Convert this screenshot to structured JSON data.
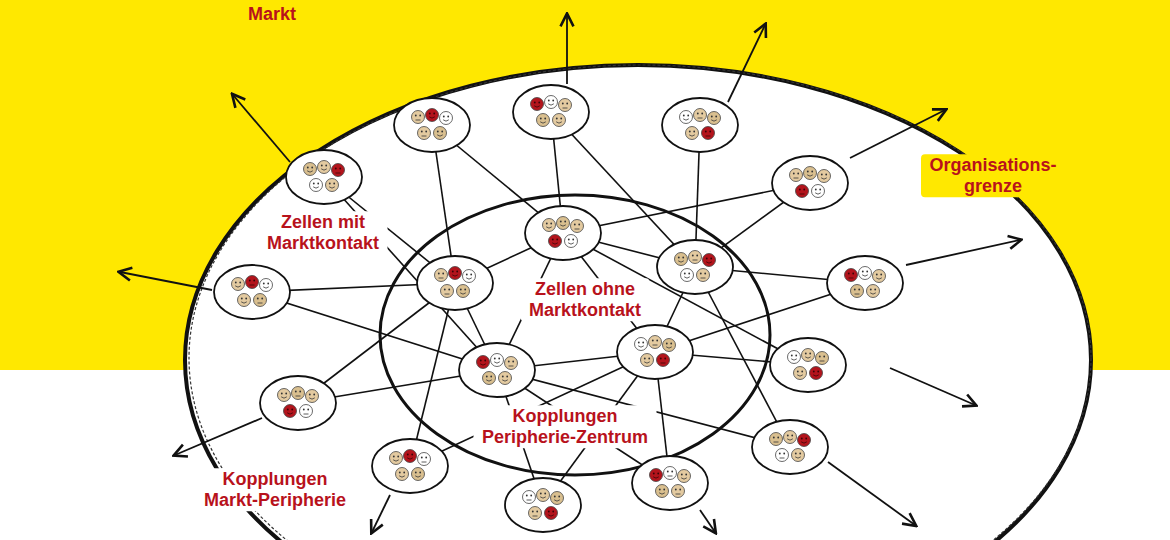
{
  "diagram": {
    "labels": [
      "Markt",
      "Organisations- grenze",
      "Zellen mit Marktkontakt",
      "Zellen ohne Marktkontakt",
      "Kopplungen Peripherie-Zentrum",
      "Kopplungen Markt-Peripherie"
    ]
  }
}
